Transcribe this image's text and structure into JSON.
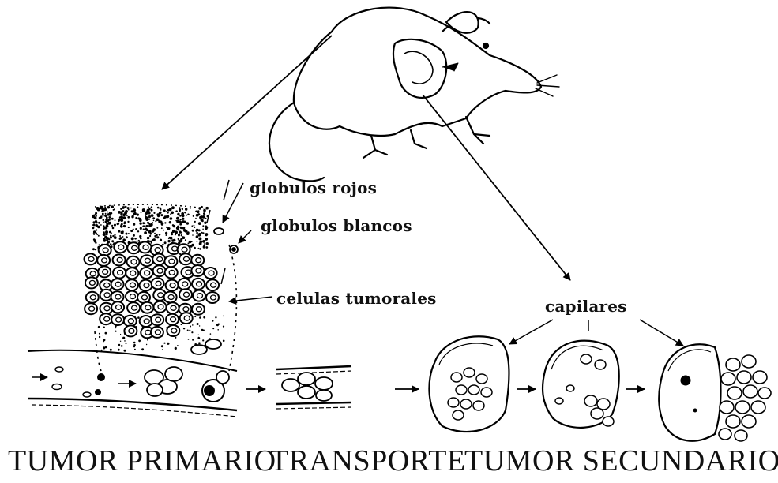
{
  "labels": {
    "red_cells": "globulos rojos",
    "white_cells": "globulos blancos",
    "tumor_cells": "celulas tumorales",
    "capillaries": "capilares"
  },
  "stages": {
    "primary": "TUMOR PRIMARIO",
    "transport": "TRANSPORTE",
    "secondary": "TUMOR SECUNDARIO"
  }
}
